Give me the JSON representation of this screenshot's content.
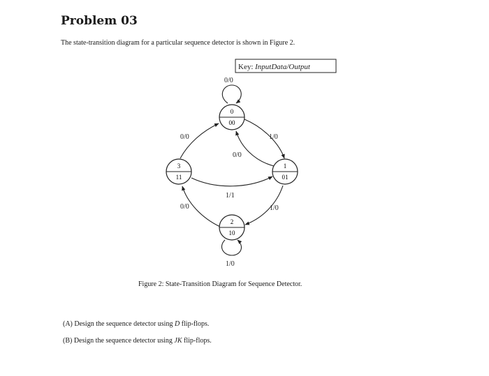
{
  "problem": {
    "title": "Problem 03",
    "intro": "The state-transition diagram for a particular sequence detector is shown in Figure 2."
  },
  "diagram": {
    "key_prefix": "Key: ",
    "key_italic": "InputData/Output",
    "states": [
      {
        "number": "0",
        "code": "00"
      },
      {
        "number": "1",
        "code": "01"
      },
      {
        "number": "2",
        "code": "10"
      },
      {
        "number": "3",
        "code": "11"
      }
    ],
    "transitions": {
      "s0_self": "0/0",
      "s0_to_s1": "1/0",
      "s1_to_s0": "0/0",
      "s1_to_s2": "1/0",
      "s2_self": "1/0",
      "s2_to_s3": "0/0",
      "s3_to_s0": "0/0",
      "s3_to_s1": "1/1"
    },
    "caption": "Figure 2: State-Transition Diagram for Sequence Detector."
  },
  "questions": {
    "a_prefix": "(A) Design the sequence detector using ",
    "a_italic": "D",
    "a_suffix": " flip-flops.",
    "b_prefix": "(B) Design the sequence detector using ",
    "b_italic": "JK",
    "b_suffix": " flip-flops."
  }
}
